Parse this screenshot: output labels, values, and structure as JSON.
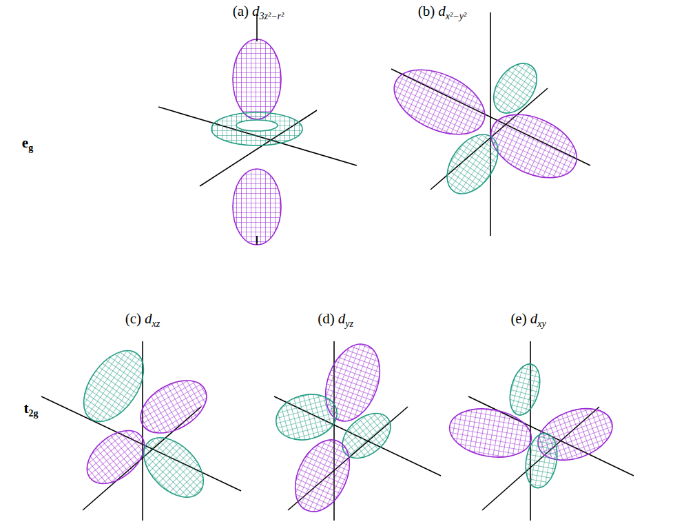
{
  "diagram": {
    "labels": [
      "(a)",
      "d",
      "3z²−r²",
      "(b)",
      "d",
      "x²−y²",
      "e",
      "g",
      "t",
      "2g",
      "(c)",
      "d",
      "xz",
      "(d)",
      "d",
      "yz",
      "(e)",
      "d",
      "xy"
    ]
  }
}
